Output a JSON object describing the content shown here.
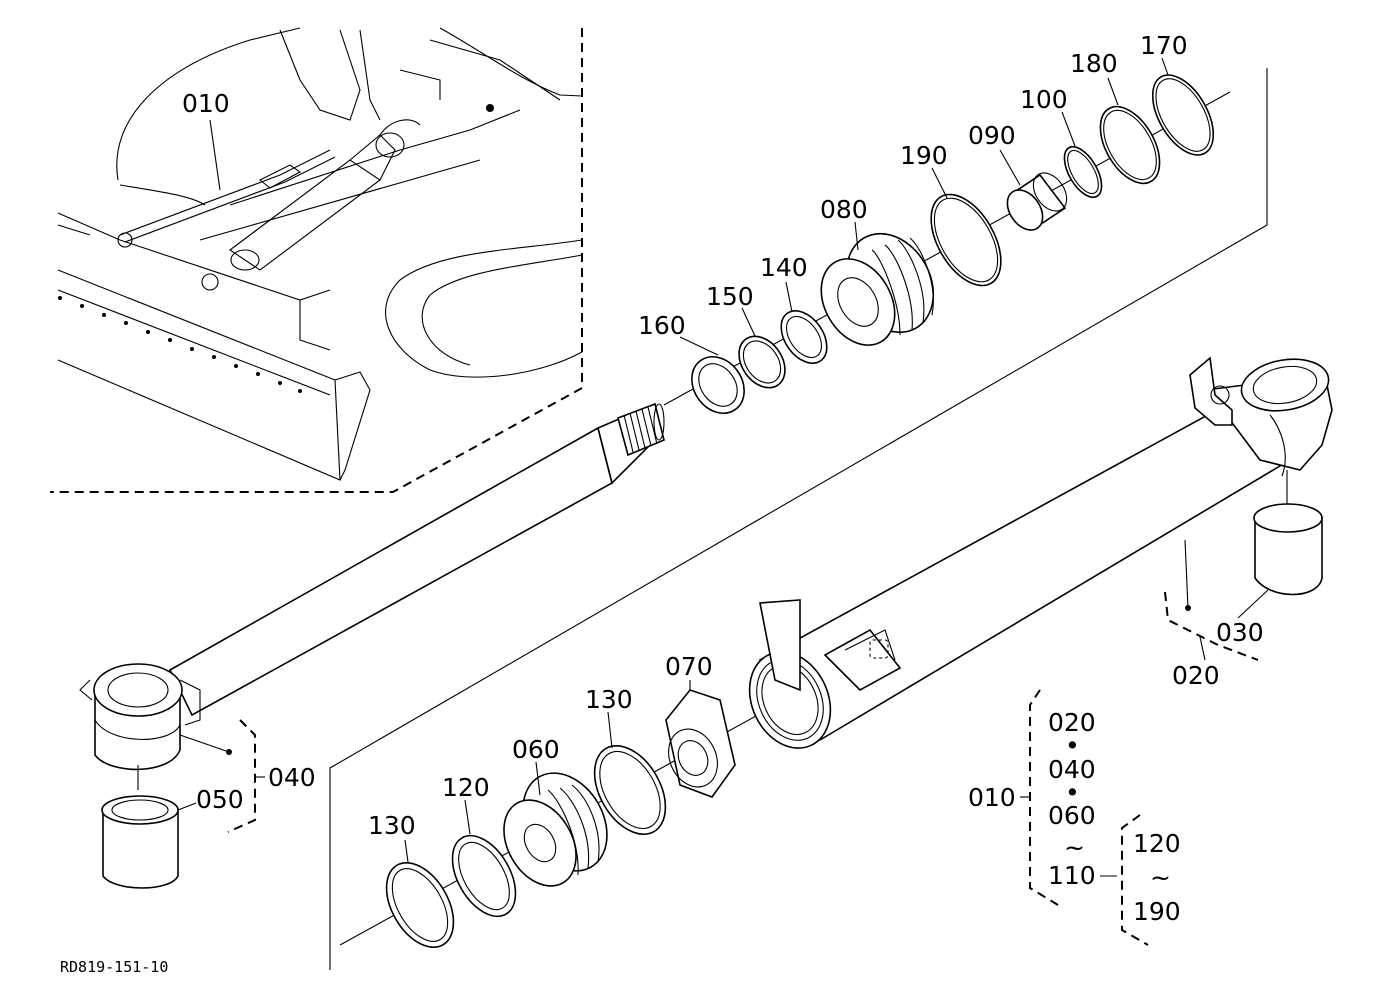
{
  "drawing_code": "RD819-151-10",
  "callouts": {
    "p010_inset": "010",
    "p170": "170",
    "p180": "180",
    "p100": "100",
    "p090": "090",
    "p190": "190",
    "p080": "080",
    "p140": "140",
    "p150": "150",
    "p160": "160",
    "p070": "070",
    "p130_upper": "130",
    "p060": "060",
    "p120": "120",
    "p130_lower": "130",
    "p040": "040",
    "p050": "050",
    "p030": "030",
    "p020": "020"
  },
  "kit_legend": {
    "parent": "010",
    "items": [
      "020",
      "040",
      "060",
      "110"
    ],
    "separators": [
      "•",
      "•",
      "~"
    ],
    "sub_range": {
      "from": "120",
      "tilde": "~",
      "to": "190"
    }
  }
}
